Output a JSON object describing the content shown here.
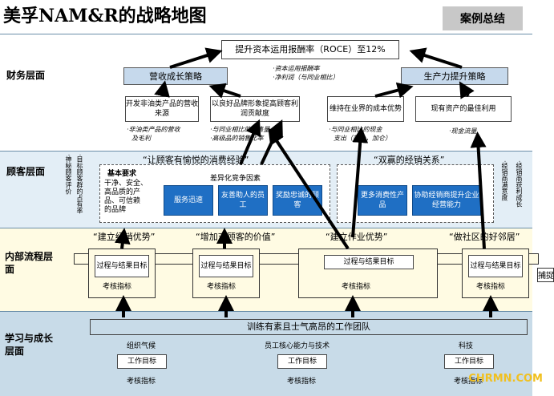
{
  "title": "美孚NAM&R的战略地图",
  "case_summary": "案例总结",
  "layers": {
    "finance": "财务层面",
    "customer": "顾客层面",
    "process": "内部流程层面",
    "learning": "学习与成长层面"
  },
  "finance": {
    "goal": "提升资本运用报酬率（ROCE）至12%",
    "growth_strategy": "营收成长策略",
    "productivity_strategy": "生产力提升策略",
    "growth_boxes": [
      "开发非油类产品的营收来源",
      "以良好品牌形象提高顾客利润贡献度"
    ],
    "productivity_boxes": [
      "维持在业界的成本优势",
      "现有资产的最佳利用"
    ],
    "notes_top": [
      "·资本运用报酬率",
      "·净利润（与同业相比）"
    ],
    "note_nonoil": [
      "·非油类产品的营收",
      "及毛利"
    ],
    "note_brand": [
      "·与同业相比的销售量",
      "·高级品的销售比率"
    ],
    "note_cost": [
      "·与同业相比的现金",
      "支出（美分，加仑）"
    ],
    "note_cash": "·现金流量"
  },
  "customer": {
    "quote_left": "“让顾客有愉悦的消费经验”",
    "quote_right": "“双赢的经销关系”",
    "basic_title": "基本要求",
    "basic_text": [
      "干净、安全、",
      "高品质的产",
      "品、可信赖",
      "的品牌"
    ],
    "diff_title": "差异化竞争因素",
    "diff_boxes": [
      "服务迅速",
      "友善助人的员工",
      "奖励忠诚的顾客"
    ],
    "dealer_boxes": [
      "更多消费性产品",
      "协助经销商提升企业经营能力"
    ],
    "left_vertical": [
      "·神秘顾客评价",
      "·目标顾客群的占有率"
    ],
    "right_vertical": [
      "·经销商满意度",
      "·经销商获利成长"
    ]
  },
  "process": {
    "quotes": [
      "“建立经销优势”",
      "“增加对顾客的价值”",
      "“建立作业优势”",
      "“做社区的好邻居”"
    ],
    "box_label": "过程与结果目标",
    "metric_label": "考核指标",
    "overflow_label": "捕捉"
  },
  "learning": {
    "team": "训练有素且士气高昂的工作团队",
    "columns": [
      "组织气候",
      "员工核心能力与技术",
      "科技"
    ],
    "box_label": "工作目标",
    "metric_label": "考核指标"
  },
  "watermark": "CHRMN.COM"
}
